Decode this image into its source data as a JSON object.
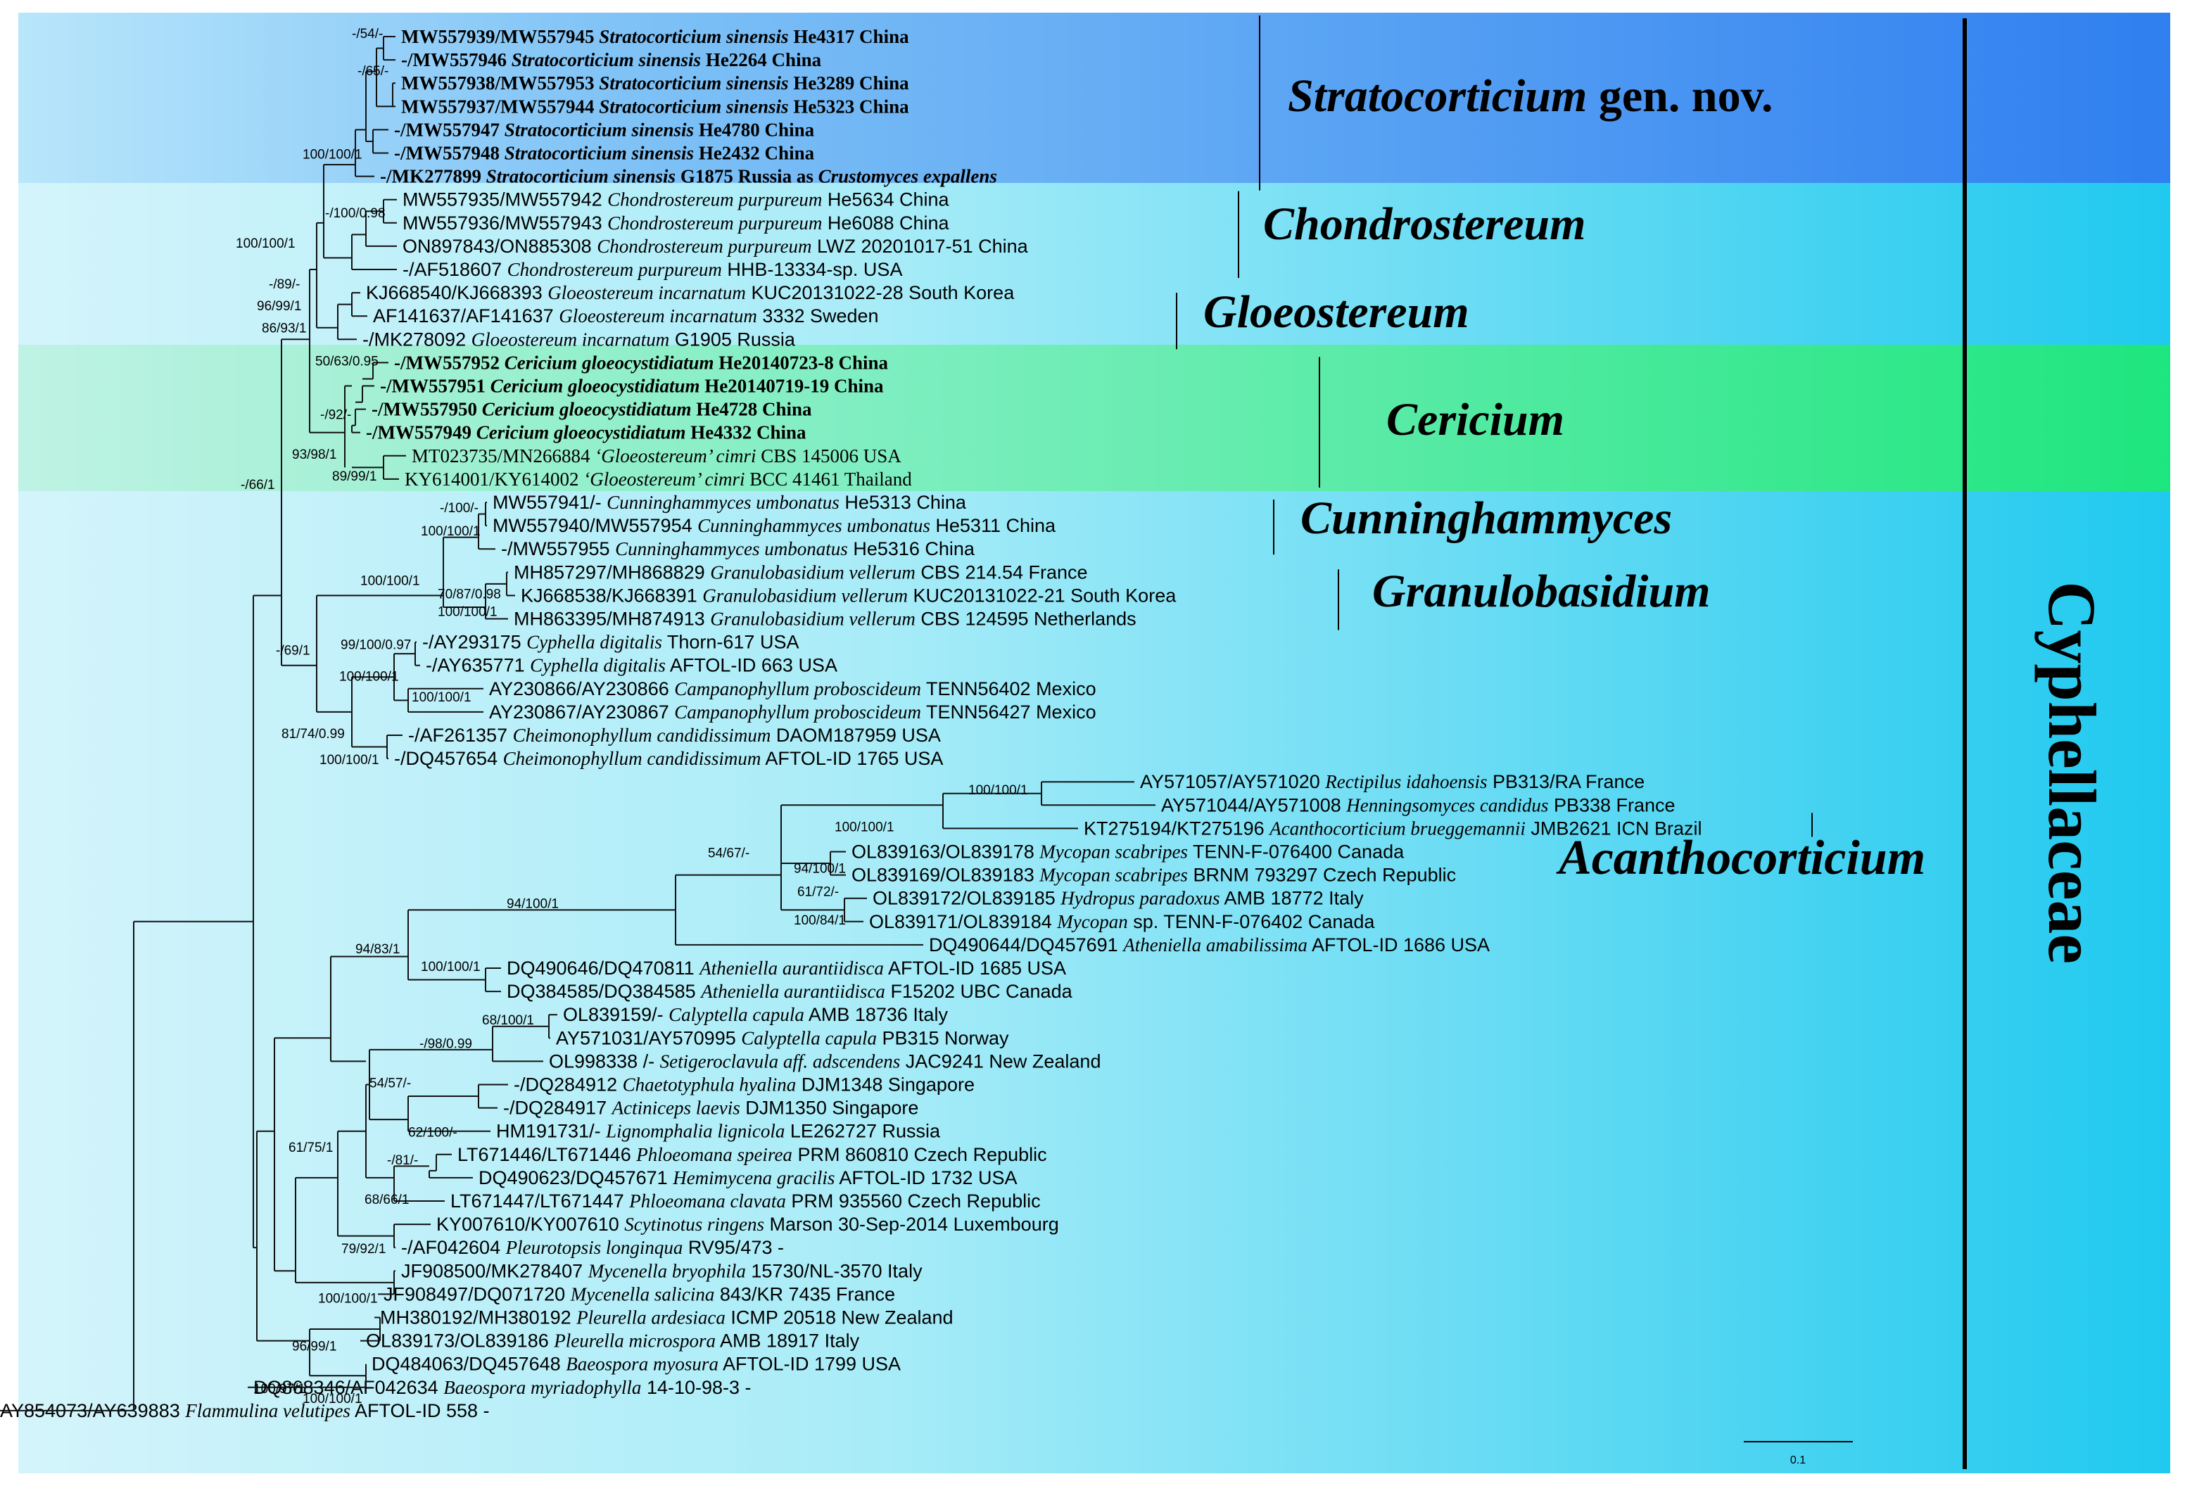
{
  "family": "Cyphellaceae",
  "scale_label": "0.1",
  "colors": {
    "stratocorticium": "#2f7ff0",
    "cericium": "#1ee67e",
    "base_left": "#d4f4fb",
    "base_right": "#20c9ef"
  },
  "clades": [
    {
      "key": "stratocorticium",
      "name": "Stratocorticium",
      "suffix": " gen. nov."
    },
    {
      "key": "chondrostereum",
      "name": "Chondrostereum",
      "suffix": ""
    },
    {
      "key": "gloeostereum",
      "name": "Gloeostereum",
      "suffix": ""
    },
    {
      "key": "cericium",
      "name": "Cericium",
      "suffix": ""
    },
    {
      "key": "cunninghammyces",
      "name": "Cunninghammyces",
      "suffix": ""
    },
    {
      "key": "granulobasidium",
      "name": "Granulobasidium",
      "suffix": ""
    },
    {
      "key": "acanthocorticium",
      "name": "Acanthocorticium",
      "suffix": ""
    }
  ],
  "tips": [
    {
      "acc": "MW557939/MW557945",
      "sp": "Stratocorticium sinensis",
      "rest": "He4317 China",
      "style": "bold-serif"
    },
    {
      "acc": "-/MW557946",
      "sp": "Stratocorticium sinensis",
      "rest": "He2264 China",
      "style": "bold-serif"
    },
    {
      "acc": "MW557938/MW557953",
      "sp": "Stratocorticium sinensis",
      "rest": "He3289 China",
      "style": "bold-serif"
    },
    {
      "acc": "MW557937/MW557944",
      "sp": "Stratocorticium sinensis",
      "rest": "He5323 China",
      "style": "bold-serif"
    },
    {
      "acc": "-/MW557947",
      "sp": "Stratocorticium sinensis",
      "rest": "He4780 China",
      "style": "bold-serif"
    },
    {
      "acc": "-/MW557948",
      "sp": "Stratocorticium sinensis",
      "rest": "He2432 China",
      "style": "bold-serif"
    },
    {
      "acc": "-/MK277899",
      "sp": "Stratocorticium sinensis",
      "rest": "G1875 Russia as ",
      "sp2": "Crustomyces expallens",
      "style": "bold-serif"
    },
    {
      "acc": "MW557935/MW557942",
      "sp": "Chondrostereum purpureum",
      "rest": "He5634 China",
      "style": "plain"
    },
    {
      "acc": "MW557936/MW557943",
      "sp": "Chondrostereum purpureum",
      "rest": "He6088 China",
      "style": "plain"
    },
    {
      "acc": "ON897843/ON885308",
      "sp": "Chondrostereum purpureum",
      "rest": "LWZ 20201017-51 China",
      "style": "plain"
    },
    {
      "acc": "-/AF518607",
      "sp": "Chondrostereum purpureum",
      "rest": "HHB-13334-sp. USA",
      "style": "plain"
    },
    {
      "acc": "KJ668540/KJ668393",
      "sp": "Gloeostereum incarnatum",
      "rest": "KUC20131022-28 South Korea",
      "style": "plain"
    },
    {
      "acc": "AF141637/AF141637",
      "sp": "Gloeostereum incarnatum",
      "rest": "3332 Sweden",
      "style": "plain"
    },
    {
      "acc": "-/MK278092",
      "sp": "Gloeostereum incarnatum",
      "rest": "G1905 Russia",
      "style": "plain"
    },
    {
      "acc": "-/MW557952",
      "sp": "Cericium gloeocystidiatum",
      "rest": "He20140723-8 China",
      "style": "bold-serif"
    },
    {
      "acc": "-/MW557951",
      "sp": "Cericium gloeocystidiatum",
      "rest": "He20140719-19 China",
      "style": "bold-serif"
    },
    {
      "acc": "-/MW557950",
      "sp": "Cericium gloeocystidiatum",
      "rest": "He4728 China",
      "style": "bold-serif"
    },
    {
      "acc": "-/MW557949",
      "sp": "Cericium gloeocystidiatum",
      "rest": "He4332 China",
      "style": "bold-serif"
    },
    {
      "acc": "MT023735/MN266884",
      "sp": "‘Gloeostereum’ cimri",
      "rest": "CBS 145006 USA",
      "style": "serif"
    },
    {
      "acc": "KY614001/KY614002",
      "sp": "‘Gloeostereum’ cimri",
      "rest": "BCC 41461 Thailand",
      "style": "serif"
    },
    {
      "acc": "MW557941/-",
      "sp": "Cunninghammyces umbonatus",
      "rest": "He5313 China",
      "style": "plain"
    },
    {
      "acc": "MW557940/MW557954",
      "sp": "Cunninghammyces umbonatus",
      "rest": "He5311 China",
      "style": "plain"
    },
    {
      "acc": "-/MW557955",
      "sp": "Cunninghammyces umbonatus",
      "rest": "He5316 China",
      "style": "plain"
    },
    {
      "acc": "MH857297/MH868829",
      "sp": "Granulobasidium vellerum",
      "rest": "CBS 214.54 France",
      "style": "plain"
    },
    {
      "acc": "KJ668538/KJ668391",
      "sp": "Granulobasidium vellerum",
      "rest": "KUC20131022-21 South Korea",
      "style": "plain"
    },
    {
      "acc": "MH863395/MH874913",
      "sp": "Granulobasidium vellerum",
      "rest": "CBS 124595 Netherlands",
      "style": "plain"
    },
    {
      "acc": "-/AY293175",
      "sp": "Cyphella digitalis",
      "rest": "Thorn-617 USA",
      "style": "plain"
    },
    {
      "acc": "-/AY635771",
      "sp": "Cyphella digitalis",
      "rest": "AFTOL-ID 663 USA",
      "style": "plain"
    },
    {
      "acc": "AY230866/AY230866",
      "sp": "Campanophyllum proboscideum",
      "rest": "TENN56402 Mexico",
      "style": "plain"
    },
    {
      "acc": "AY230867/AY230867",
      "sp": "Campanophyllum proboscideum",
      "rest": "TENN56427 Mexico",
      "style": "plain"
    },
    {
      "acc": "-/AF261357",
      "sp": "Cheimonophyllum candidissimum",
      "rest": "DAOM187959 USA",
      "style": "plain"
    },
    {
      "acc": "-/DQ457654",
      "sp": "Cheimonophyllum candidissimum",
      "rest": "AFTOL-ID 1765 USA",
      "style": "plain"
    },
    {
      "acc": "AY571057/AY571020",
      "sp": "Rectipilus idahoensis",
      "rest": "PB313/RA France",
      "style": "plain"
    },
    {
      "acc": "AY571044/AY571008",
      "sp": "Henningsomyces candidus",
      "rest": "PB338 France",
      "style": "plain"
    },
    {
      "acc": "KT275194/KT275196",
      "sp": "Acanthocorticium brueggemannii",
      "rest": "JMB2621 ICN Brazil",
      "style": "plain"
    },
    {
      "acc": "OL839163/OL839178",
      "sp": "Mycopan scabripes",
      "rest": "TENN-F-076400 Canada",
      "style": "plain"
    },
    {
      "acc": "OL839169/OL839183",
      "sp": "Mycopan scabripes",
      "rest": "BRNM 793297 Czech Republic",
      "style": "plain"
    },
    {
      "acc": "OL839172/OL839185",
      "sp": "Hydropus paradoxus",
      "rest": "AMB 18772 Italy",
      "style": "plain"
    },
    {
      "acc": "OL839171/OL839184",
      "sp": "Mycopan",
      "rest": "sp. TENN-F-076402 Canada",
      "style": "plain"
    },
    {
      "acc": "DQ490644/DQ457691",
      "sp": "Atheniella amabilissima",
      "rest": "AFTOL-ID 1686 USA",
      "style": "plain"
    },
    {
      "acc": "DQ490646/DQ470811",
      "sp": "Atheniella aurantiidisca",
      "rest": "AFTOL-ID 1685 USA",
      "style": "plain"
    },
    {
      "acc": "DQ384585/DQ384585",
      "sp": "Atheniella aurantiidisca",
      "rest": "F15202 UBC Canada",
      "style": "plain"
    },
    {
      "acc": "OL839159/-",
      "sp": "Calyptella capula",
      "rest": "AMB 18736 Italy",
      "style": "plain"
    },
    {
      "acc": "AY571031/AY570995",
      "sp": "Calyptella capula",
      "rest": "PB315 Norway",
      "style": "plain"
    },
    {
      "acc": "OL998338 /-",
      "sp": "Setigeroclavula aff. adscendens",
      "rest": "JAC9241 New Zealand",
      "style": "plain"
    },
    {
      "acc": "-/DQ284912",
      "sp": "Chaetotyphula hyalina",
      "rest": "DJM1348 Singapore",
      "style": "plain"
    },
    {
      "acc": "-/DQ284917",
      "sp": "Actiniceps laevis",
      "rest": "DJM1350 Singapore",
      "style": "plain"
    },
    {
      "acc": "HM191731/-",
      "sp": "Lignomphalia lignicola",
      "rest": "LE262727 Russia",
      "style": "plain"
    },
    {
      "acc": "LT671446/LT671446",
      "sp": "Phloeomana speirea",
      "rest": "PRM 860810 Czech Republic",
      "style": "plain"
    },
    {
      "acc": "DQ490623/DQ457671",
      "sp": "Hemimycena gracilis",
      "rest": "AFTOL-ID 1732 USA",
      "style": "plain"
    },
    {
      "acc": "LT671447/LT671447",
      "sp": "Phloeomana clavata",
      "rest": "PRM 935560 Czech Republic",
      "style": "plain"
    },
    {
      "acc": "KY007610/KY007610",
      "sp": "Scytinotus ringens",
      "rest": "Marson 30-Sep-2014 Luxembourg",
      "style": "plain"
    },
    {
      "acc": "-/AF042604",
      "sp": "Pleurotopsis longinqua",
      "rest": "RV95/473 -",
      "style": "plain"
    },
    {
      "acc": "JF908500/MK278407",
      "sp": "Mycenella bryophila",
      "rest": "15730/NL-3570 Italy",
      "style": "plain"
    },
    {
      "acc": "JF908497/DQ071720",
      "sp": "Mycenella salicina",
      "rest": "843/KR 7435 France",
      "style": "plain"
    },
    {
      "acc": "MH380192/MH380192",
      "sp": "Pleurella ardesiaca",
      "rest": "ICMP 20518 New Zealand",
      "style": "plain"
    },
    {
      "acc": "OL839173/OL839186",
      "sp": "Pleurella microspora",
      "rest": "AMB 18917 Italy",
      "style": "plain"
    },
    {
      "acc": "DQ484063/DQ457648",
      "sp": "Baeospora myosura",
      "rest": "AFTOL-ID 1799 USA",
      "style": "plain"
    },
    {
      "acc": "DQ868346/AF042634",
      "sp": "Baeospora myriadophylla",
      "rest": "14-10-98-3 -",
      "style": "plain"
    },
    {
      "acc": "AY854073/AY639883",
      "sp": "Flammulina velutipes",
      "rest": "AFTOL-ID 558 -",
      "style": "plain"
    }
  ],
  "supports": [
    "-/54/-",
    "-/65/-",
    "100/100/1",
    "-/100/0.98",
    "100/100/1",
    "-/89/-",
    "96/99/1",
    "86/93/1",
    "50/63/0.95",
    "-/92/-",
    "93/98/1",
    "89/99/1",
    "-/66/1",
    "-/100/-",
    "100/100/1",
    "100/100/1",
    "70/87/0.98",
    "100/100/1",
    "-/69/1",
    "99/100/0.97",
    "100/100/1",
    "100/100/1",
    "81/74/0.99",
    "100/100/1",
    "100/100/1",
    "100/100/1",
    "94/100/1",
    "61/72/-",
    "100/84/1",
    "54/67/-",
    "94/100/1",
    "94/83/1",
    "100/100/1",
    "68/100/1",
    "-/98/0.99",
    "54/57/-",
    "62/100/-",
    "-/81/-",
    "68/66/1",
    "61/75/1",
    "79/92/1",
    "100/100/1",
    "96/99/1",
    "100/97/1",
    "100/100/1"
  ]
}
